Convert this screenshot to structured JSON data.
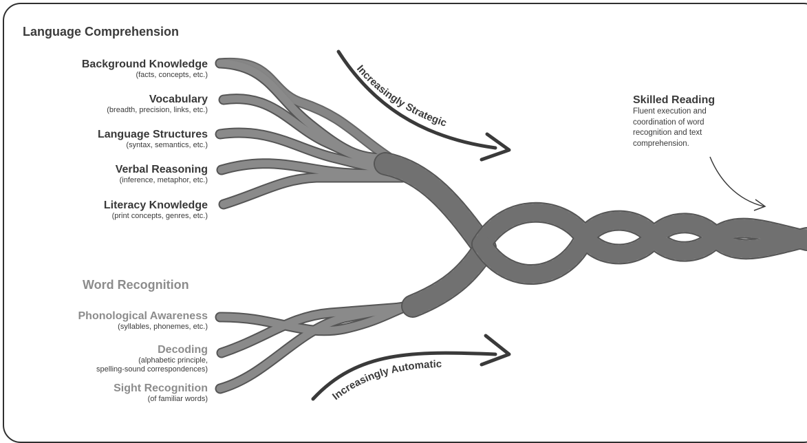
{
  "language_comprehension": {
    "title": "Language Comprehension",
    "items": [
      {
        "label": "Background Knowledge",
        "sub": "(facts, concepts, etc.)"
      },
      {
        "label": "Vocabulary",
        "sub": "(breadth, precision, links, etc.)"
      },
      {
        "label": "Language Structures",
        "sub": "(syntax, semantics, etc.)"
      },
      {
        "label": "Verbal Reasoning",
        "sub": "(inference, metaphor, etc.)"
      },
      {
        "label": "Literacy Knowledge",
        "sub": "(print concepts, genres, etc.)"
      }
    ]
  },
  "word_recognition": {
    "title": "Word Recognition",
    "items": [
      {
        "label": "Phonological Awareness",
        "sub": "(syllables, phonemes, etc.)"
      },
      {
        "label": "Decoding",
        "sub": "(alphabetic principle,",
        "sub2": "spelling-sound correspondences)"
      },
      {
        "label": "Sight Recognition",
        "sub": "(of familiar words)"
      }
    ]
  },
  "arrows": {
    "strategic": "Increasingly Strategic",
    "automatic": "Increasingly Automatic"
  },
  "skilled_reading": {
    "title": "Skilled Reading",
    "lines": [
      "Fluent execution and",
      "coordination of word",
      "recognition and text",
      "comprehension."
    ]
  },
  "colors": {
    "rope": "#8a8a8a",
    "rope_edge": "#555555",
    "dark_text": "#383838",
    "gray_text": "#8c8c8c"
  }
}
